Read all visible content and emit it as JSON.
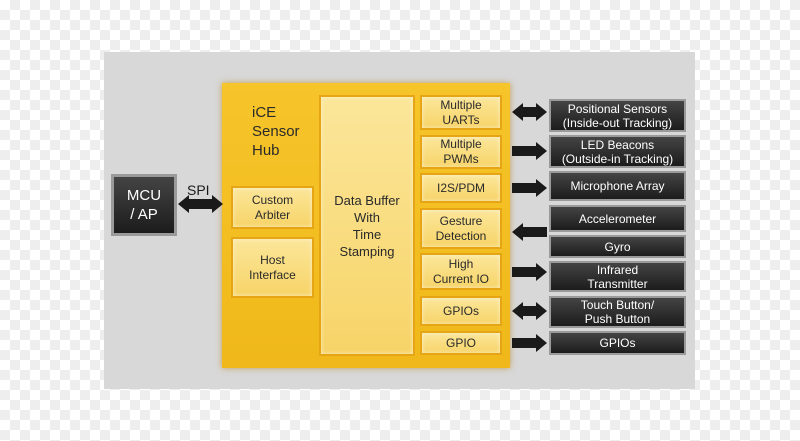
{
  "hub": {
    "title": "iCE\nSensor\nHub",
    "custom_arbiter": "Custom\nArbiter",
    "host_interface": "Host\nInterface",
    "data_buffer": "Data Buffer\nWith\nTime\nStamping",
    "modules": [
      "Multiple\nUARTs",
      "Multiple\nPWMs",
      "I2S/PDM",
      "Gesture\nDetection",
      "High\nCurrent IO",
      "GPIOs",
      "GPIO"
    ]
  },
  "mcu": {
    "label": "MCU\n/ AP"
  },
  "spi_label": "SPI",
  "externals": [
    "Positional Sensors\n(Inside-out Tracking)",
    "LED Beacons\n(Outside-in Tracking)",
    "Microphone Array",
    "Accelerometer",
    "Gyro",
    "Infrared\nTransmitter",
    "Touch Button/\nPush Button",
    "GPIOs"
  ],
  "arrow_directions": [
    "both",
    "right",
    "right",
    "left",
    "right",
    "both",
    "right"
  ],
  "colors": {
    "hub": "#f0b81a",
    "module": "#f7d468",
    "external": "#2a2a2a",
    "panel": "#d8d8d8"
  }
}
